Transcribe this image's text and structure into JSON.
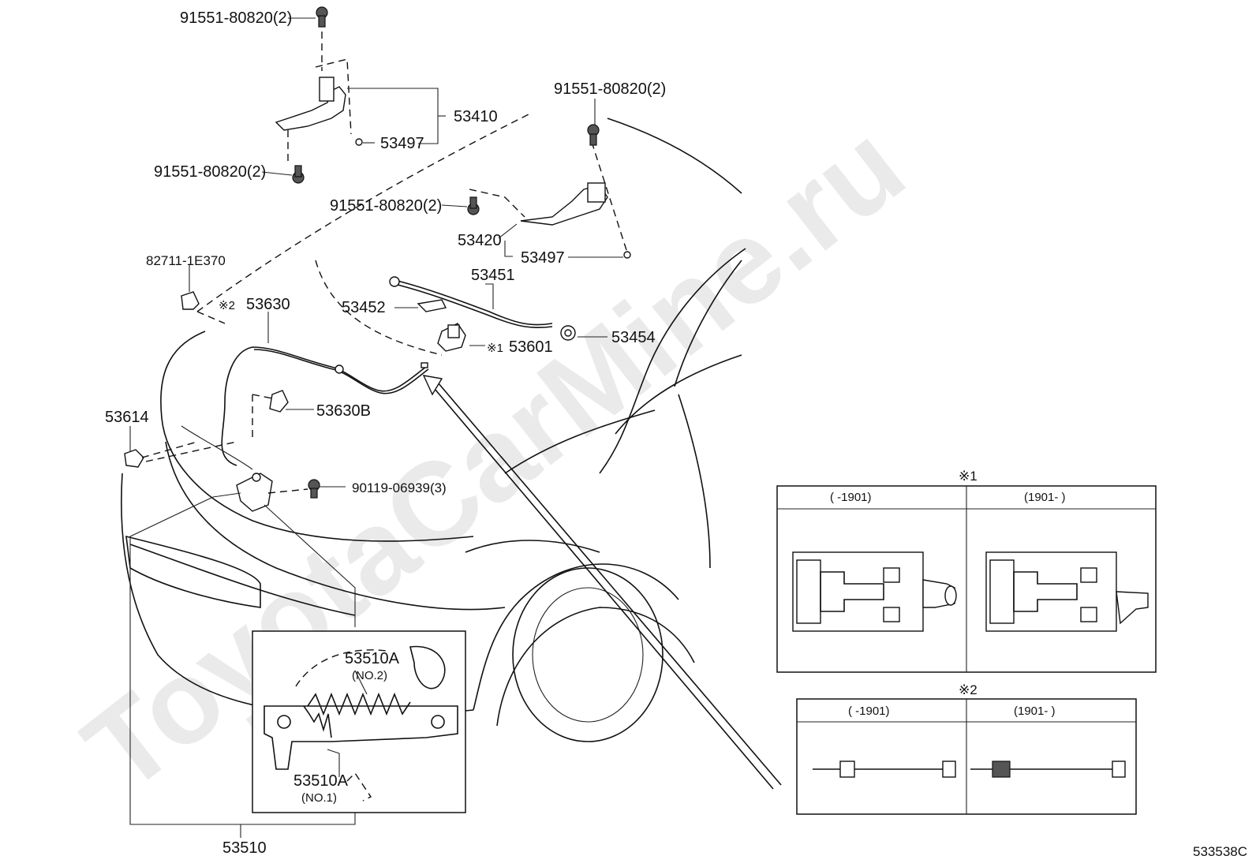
{
  "watermark": "ToyotaCarMine.ru",
  "diagram_code": "533538C",
  "callouts": {
    "bolt_top": "91551-80820(2)",
    "bolt_left": "91551-80820(2)",
    "bolt_right_top": "91551-80820(2)",
    "bolt_right_mid": "91551-80820(2)",
    "hinge_lh": "53410",
    "cushion_lh": "53497",
    "hinge_rh": "53420",
    "cushion_rh": "53497",
    "clamp": "82711-1E370",
    "cable_mark": "※2",
    "cable": "53630",
    "support_rod": "53451",
    "rod_holder": "53452",
    "grommet": "53454",
    "switch_mark": "※1",
    "switch": "53601",
    "cable_clamp": "53630B",
    "latch_cover": "53614",
    "latch_bolt": "90119-06939(3)",
    "latch_assy": "53510",
    "spring_no2": "53510A",
    "spring_no2_note": "(NO.2)",
    "spring_no1": "53510A",
    "spring_no1_note": "(NO.1)"
  },
  "detail_1": {
    "mark": "※1",
    "col_left": "(      -1901)",
    "col_right": "(1901-      )"
  },
  "detail_2": {
    "mark": "※2",
    "col_left": "(      -1901)",
    "col_right": "(1901-      )"
  }
}
